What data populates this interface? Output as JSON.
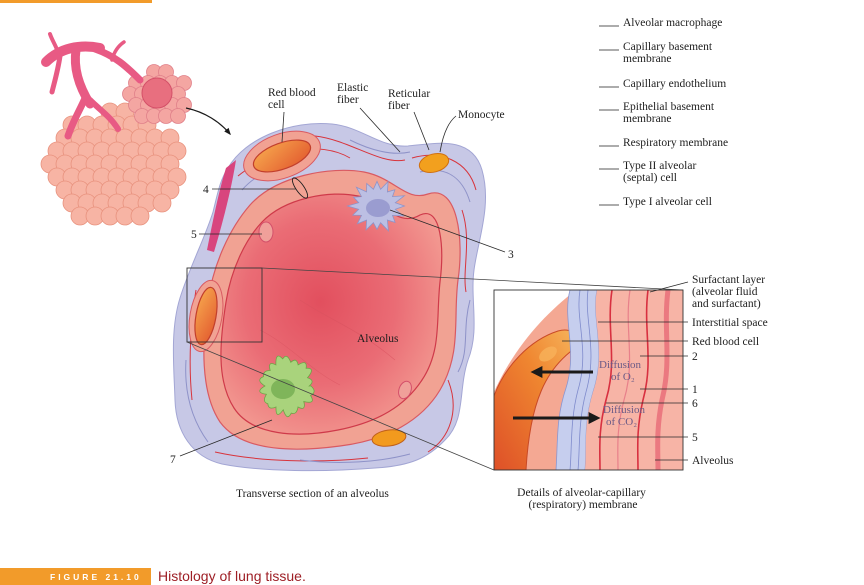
{
  "colors": {
    "accent_orange": "#f29b2a",
    "title_red": "#9e1f26",
    "alveolus_pink": "#ec7078",
    "interstitium_lavender": "#c7c8e6"
  },
  "legend_terms": [
    [
      "Alveolar macrophage"
    ],
    [
      "Capillary basement",
      "membrane"
    ],
    [
      "Capillary endothelium"
    ],
    [
      "Epithelial basement",
      "membrane"
    ],
    [
      "Respiratory membrane"
    ],
    [
      "Type II alveolar",
      "(septal) cell"
    ],
    [
      "Type I alveolar cell"
    ]
  ],
  "transverse_section": {
    "labels": {
      "red_blood_cell": [
        "Red blood",
        "cell"
      ],
      "elastic_fiber": [
        "Elastic",
        "fiber"
      ],
      "reticular_fiber": [
        "Reticular",
        "fiber"
      ],
      "monocyte": "Monocyte",
      "alveolus": "Alveolus"
    },
    "callouts": {
      "four": "4",
      "five": "5",
      "three": "3",
      "seven": "7"
    },
    "caption": "Transverse section of an alveolus"
  },
  "membrane_detail": {
    "labels": {
      "surfactant_layer": [
        "Surfactant layer",
        "(alveolar fluid",
        "and surfactant)"
      ],
      "interstitial_space": "Interstitial space",
      "red_blood_cell": "Red blood cell",
      "callout_2": "2",
      "callout_1": "1",
      "callout_6": "6",
      "callout_5": "5",
      "alveolus": "Alveolus"
    },
    "diffusion_o2": [
      "Diffusion",
      "of O₂"
    ],
    "diffusion_co2": [
      "Diffusion",
      "of CO₂"
    ],
    "caption": [
      "Details of alveolar-capillary",
      "(respiratory) membrane"
    ]
  },
  "figure": {
    "number": "FIGURE 21.10",
    "title": "Histology of lung tissue."
  }
}
